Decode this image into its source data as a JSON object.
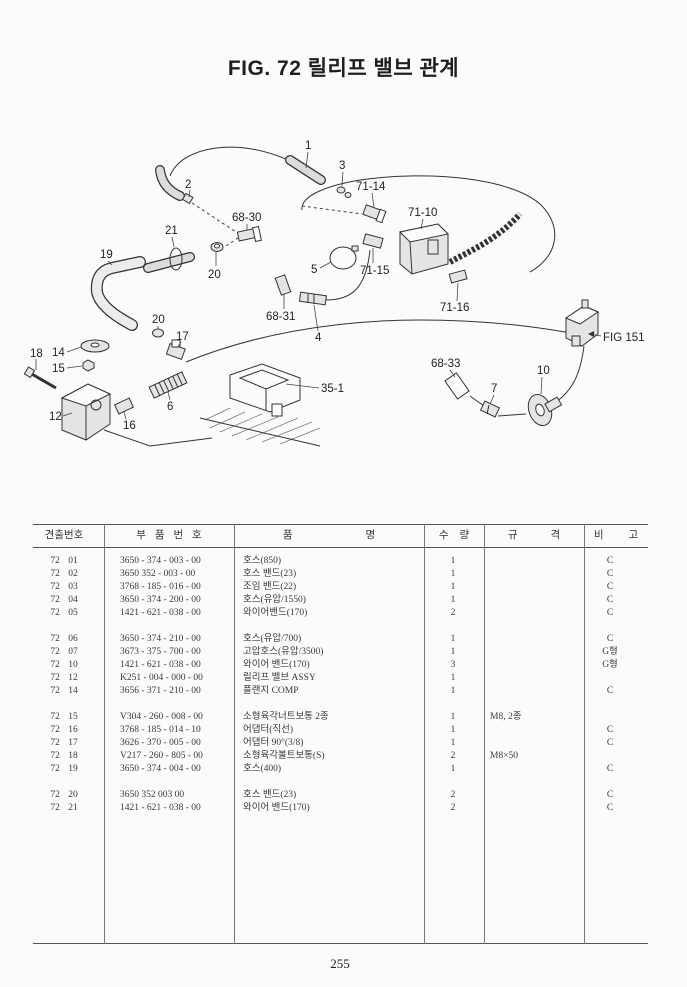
{
  "title": "FIG. 72 릴리프 밸브 관계",
  "diagram": {
    "callouts": [
      "1",
      "2",
      "3",
      "71-14",
      "68-30",
      "21",
      "71-10",
      "19",
      "5",
      "71-15",
      "20",
      "68-31",
      "4",
      "71-16",
      "20",
      "17",
      "18",
      "14",
      "15",
      "6",
      "35-1",
      "12",
      "16",
      "68-33",
      "7",
      "10",
      "FIG 151"
    ]
  },
  "table": {
    "headers": {
      "ref_no": "견출번호",
      "part_no": "부 품 번 호",
      "name": "품 명",
      "qty": "수 량",
      "spec": "규 격",
      "remark": "비 고"
    },
    "groups": [
      [
        {
          "no": "72 01",
          "part_no": "3650 - 374 - 003 - 00",
          "name": "호스(850)",
          "qty": "1",
          "remark": "C"
        },
        {
          "no": "72 02",
          "part_no": "3650  352 - 003 - 00",
          "name": "호스 밴드(23)",
          "qty": "1",
          "remark": "C"
        },
        {
          "no": "72 03",
          "part_no": "3768 - 185 - 016 - 00",
          "name": "조임 밴드(22)",
          "qty": "1",
          "remark": "C"
        },
        {
          "no": "72 04",
          "part_no": "3650 - 374 - 200 - 00",
          "name": "호스(유압/1550)",
          "qty": "1",
          "remark": "C"
        },
        {
          "no": "72 05",
          "part_no": "1421 - 621 - 038 - 00",
          "name": "와이어밴드(170)",
          "qty": "2",
          "remark": "C"
        }
      ],
      [
        {
          "no": "72 06",
          "part_no": "3650 - 374 - 210 - 00",
          "name": "호스(유압/700)",
          "qty": "1",
          "remark": "C"
        },
        {
          "no": "72 07",
          "part_no": "3673 - 375 - 700 - 00",
          "name": "고압호스(유압/3500)",
          "qty": "1",
          "remark": "G형"
        },
        {
          "no": "72 10",
          "part_no": "1421 - 621 - 038 - 00",
          "name": "와이어 밴드(170)",
          "qty": "3",
          "remark": "G형"
        },
        {
          "no": "72 12",
          "part_no": "K251 - 004 - 000 - 00",
          "name": "릴리프 밸브 ASSY",
          "qty": "1"
        },
        {
          "no": "72 14",
          "part_no": "3656 - 371 - 210 - 00",
          "name": "플랜지 COMP",
          "qty": "1",
          "remark": "C"
        }
      ],
      [
        {
          "no": "72 15",
          "part_no": "V304 - 260 - 008 - 00",
          "name": "소형육각너트보통 2종",
          "qty": "1",
          "spec": "M8, 2종"
        },
        {
          "no": "72 16",
          "part_no": "3768 - 185 - 014 - 10",
          "name": "어댑터(직선)",
          "qty": "1",
          "remark": "C"
        },
        {
          "no": "72 17",
          "part_no": "3626 - 370 - 005 - 00",
          "name": "어댑터 90°(3/8)",
          "qty": "1",
          "remark": "C"
        },
        {
          "no": "72 18",
          "part_no": "V217 - 260 - 805 - 00",
          "name": "소형육각볼트보통(S)",
          "qty": "2",
          "spec": "M8×50"
        },
        {
          "no": "72 19",
          "part_no": "3650 - 374 - 004 - 00",
          "name": "호스(400)",
          "qty": "1",
          "remark": "C"
        }
      ],
      [
        {
          "no": "72 20",
          "part_no": "3650  352  003  00",
          "name": "호스 밴드(23)",
          "qty": "2",
          "remark": "C"
        },
        {
          "no": "72 21",
          "part_no": "1421 - 621 - 038 - 00",
          "name": "와이어 밴드(170)",
          "qty": "2",
          "remark": "C"
        }
      ]
    ]
  },
  "page_number": "255"
}
